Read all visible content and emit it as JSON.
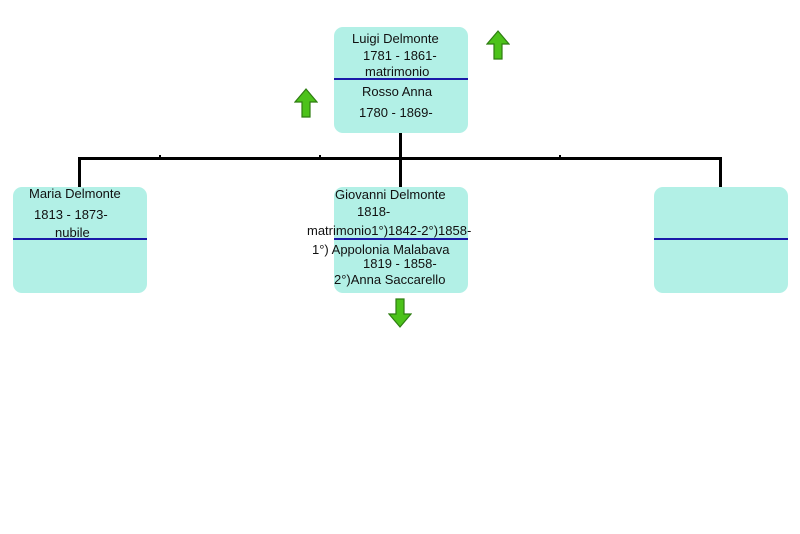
{
  "tree": {
    "root": {
      "name": "Luigi Delmonte",
      "dates": "1781 - 1861-",
      "marriage": "matrimonio",
      "spouse_name": "Rosso Anna",
      "spouse_dates": "1780 - 1869-"
    },
    "children": [
      {
        "name": "Maria Delmonte",
        "dates": "1813 - 1873-",
        "status": "nubile"
      },
      {
        "name": "Giovanni Delmonte",
        "dates": "1818-",
        "marriage": "matrimonio1°)1842-2°)1858-",
        "spouse1_name": "1°) Appolonia Malabava",
        "spouse1_dates": "1819 - 1858-",
        "spouse2_name": "2°)Anna Saccarello"
      },
      {
        "name": "",
        "dates": ""
      }
    ]
  },
  "colors": {
    "card_fill": "#b2f0e6",
    "separator": "#1a1aa8",
    "connector": "#000000",
    "arrow_fill": "#4cc21a",
    "arrow_stroke": "#2e7d12"
  },
  "icons": {
    "up_arrow": "green-up-arrow-icon",
    "down_arrow": "green-down-arrow-icon"
  }
}
